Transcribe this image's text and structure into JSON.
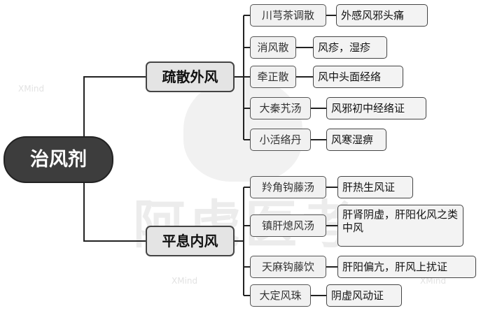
{
  "root": "治风剂",
  "branches": [
    {
      "label": "疏散外风",
      "children": [
        {
          "formula": "川芎茶调散",
          "indication": "外感风邪头痛"
        },
        {
          "formula": "消风散",
          "indication": "风疹，湿疹"
        },
        {
          "formula": "牵正散",
          "indication": "风中头面经络"
        },
        {
          "formula": "大秦艽汤",
          "indication": "风邪初中经络证"
        },
        {
          "formula": "小活络丹",
          "indication": "风寒湿痹"
        }
      ]
    },
    {
      "label": "平息内风",
      "children": [
        {
          "formula": "羚角钩藤汤",
          "indication": "肝热生风证"
        },
        {
          "formula": "镇肝熄风汤",
          "indication": "肝肾阴虚，肝阳化风之类中风"
        },
        {
          "formula": "天麻钩藤饮",
          "indication": "肝阳偏亢，肝风上扰证"
        },
        {
          "formula": "大定风珠",
          "indication": "阴虚风动证"
        }
      ]
    }
  ],
  "watermark": {
    "text": "阿虎医考",
    "brand": "XMind"
  },
  "colors": {
    "root_fill": "#3d3d3d",
    "line": "#222222",
    "node_fill": "#f1f1f1"
  }
}
